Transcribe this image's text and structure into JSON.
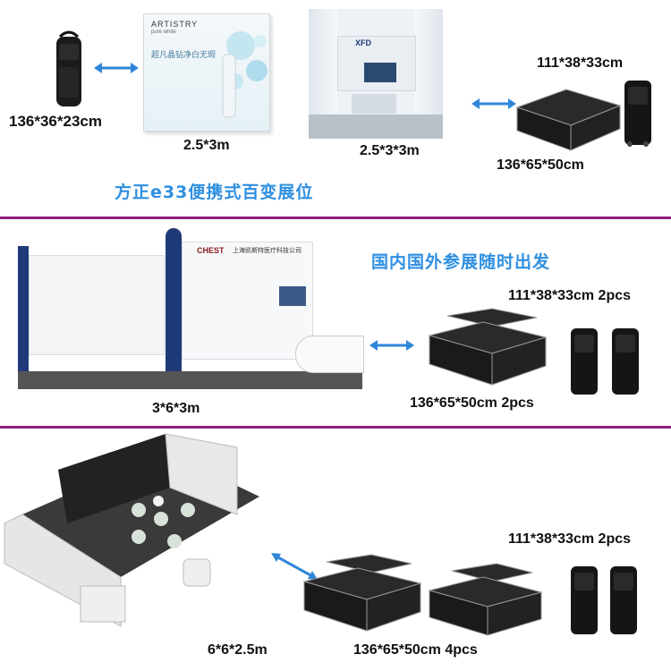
{
  "section1": {
    "bag_dims": "136*36*23cm",
    "backdrop_brand": "ARTISTRY",
    "backdrop_sub": "pure white",
    "backdrop_cn": "超凡晶钻净白无瑕",
    "backdrop_size": "2.5*3m",
    "booth_brand": "XFD",
    "booth_size": "2.5*3*3m",
    "case_trolley_dims": "111*38*33cm",
    "case_dims": "136*65*50cm",
    "title": "方正e33便携式百变展位"
  },
  "section2": {
    "title": "国内国外参展随时出发",
    "booth_brand": "CHEST",
    "booth_cn": "上海凯斯特医疗科技公司",
    "booth_size": "3*6*3m",
    "trolley_dims": "111*38*33cm 2pcs",
    "case_dims": "136*65*50cm  2pcs"
  },
  "section3": {
    "booth_size": "6*6*2.5m",
    "trolley_dims": "111*38*33cm 2pcs",
    "case_dims": "136*65*50cm  4pcs"
  },
  "colors": {
    "divider": "#8b1f7a",
    "title_blue": "#2f8fe0",
    "arrow_blue": "#2f86d8",
    "booth_navy": "#1f3a78",
    "case_black": "#1a1a1a"
  }
}
